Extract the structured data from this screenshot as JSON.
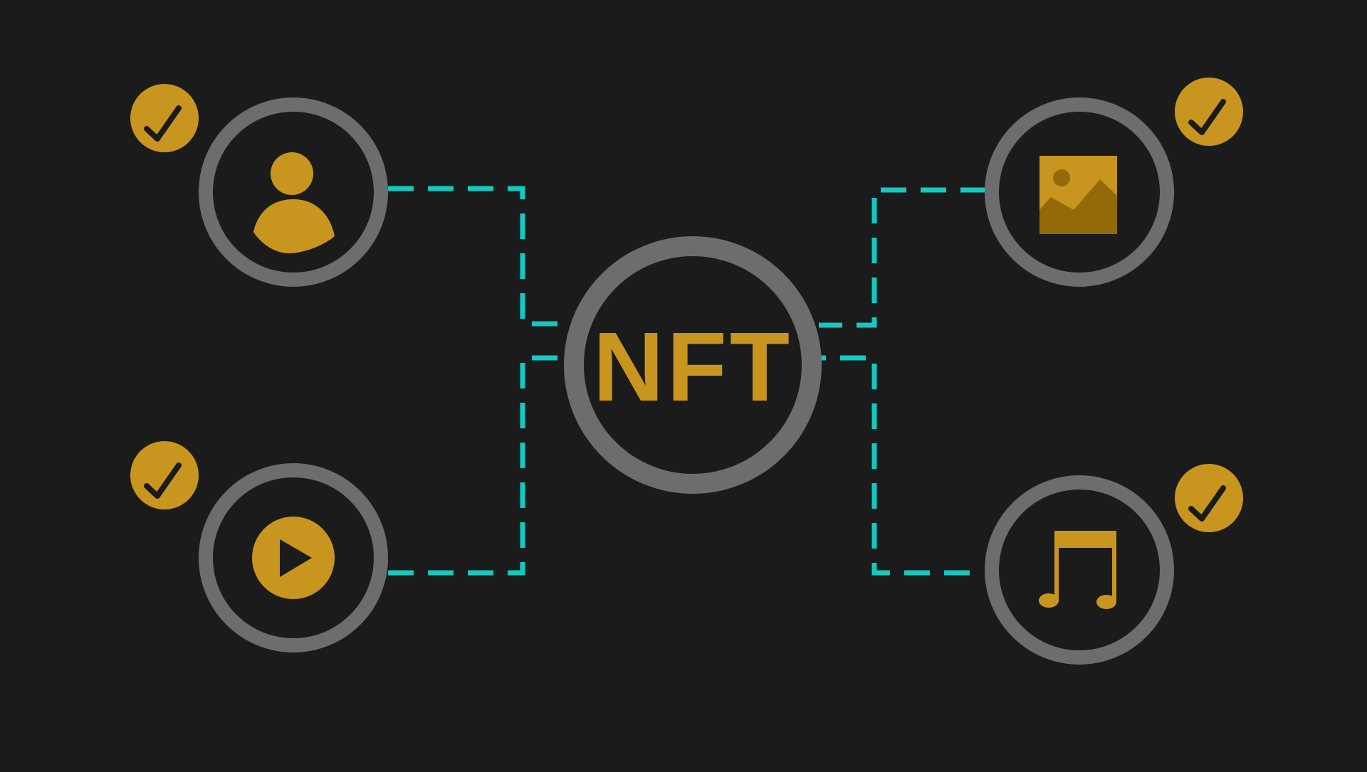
{
  "diagram": {
    "center_label": "NFT",
    "nodes": [
      {
        "id": "identity",
        "icon": "person-icon",
        "verified": true
      },
      {
        "id": "video",
        "icon": "play-icon",
        "verified": true
      },
      {
        "id": "image",
        "icon": "image-icon",
        "verified": true
      },
      {
        "id": "music",
        "icon": "music-note-icon",
        "verified": true
      }
    ],
    "verified_icon": "checkmark-badge-icon"
  },
  "colors": {
    "background": "#1b1b1b",
    "ring": "#6d6d6d",
    "connector": "#13c9c0",
    "accent": "#c8951e",
    "accent_dark": "#946a08"
  }
}
